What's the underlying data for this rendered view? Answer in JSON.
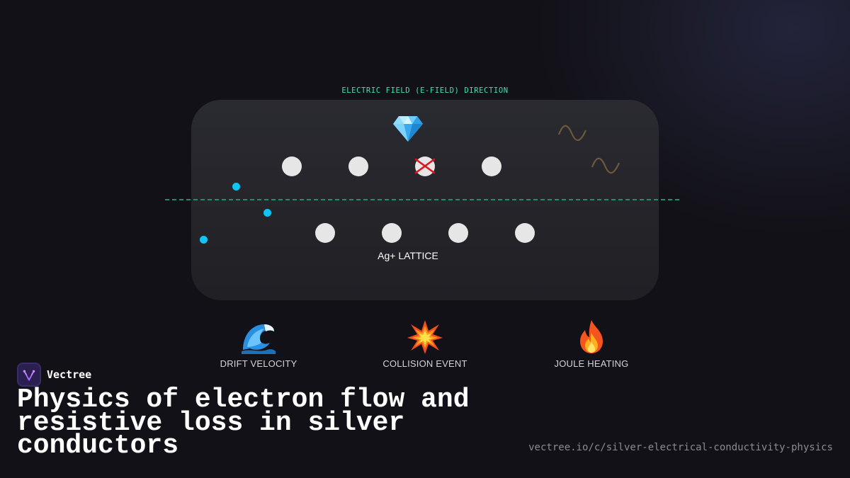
{
  "diagram": {
    "field_caption": "ELECTRIC FIELD (E-FIELD) DIRECTION",
    "lattice_label": "Ag+ LATTICE",
    "icons": {
      "crystal": "gem-icon",
      "heat_wave": "heat-wave-icon",
      "collision_mark": "red-x-icon"
    },
    "colors": {
      "field_line": "#1e8f73",
      "field_caption": "#3fe0b4",
      "electron": "#10c4f5",
      "ion": "#e6e6e6",
      "collision_mark": "#e0141e",
      "heat_wave": "#6b5a3a"
    }
  },
  "legend": [
    {
      "icon": "wave-icon",
      "label": "DRIFT VELOCITY"
    },
    {
      "icon": "collision-icon",
      "label": "COLLISION EVENT"
    },
    {
      "icon": "fire-icon",
      "label": "JOULE HEATING"
    }
  ],
  "brand": {
    "name": "Vectree",
    "logo": "vectree-logo-icon"
  },
  "title": "Physics of electron flow and resistive loss in silver conductors",
  "url": "vectree.io/c/silver-electrical-conductivity-physics"
}
